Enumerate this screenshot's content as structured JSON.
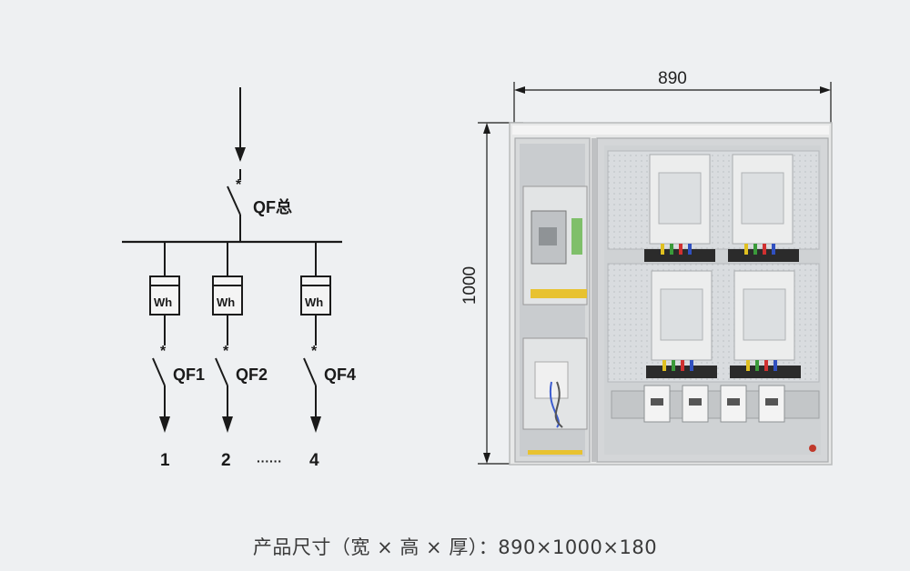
{
  "single_line_diagram": {
    "main_breaker_label": "QF总",
    "meter_label": "Wh",
    "branch_breakers": [
      "QF1",
      "QF2",
      "QF4"
    ],
    "circuit_numbers": [
      "1",
      "2",
      "4"
    ],
    "ellipsis": "······"
  },
  "cabinet_photo": {
    "width_dimension": "890",
    "height_dimension": "1000"
  },
  "caption": "产品尺寸（宽 × 高 × 厚）：890×1000×180"
}
